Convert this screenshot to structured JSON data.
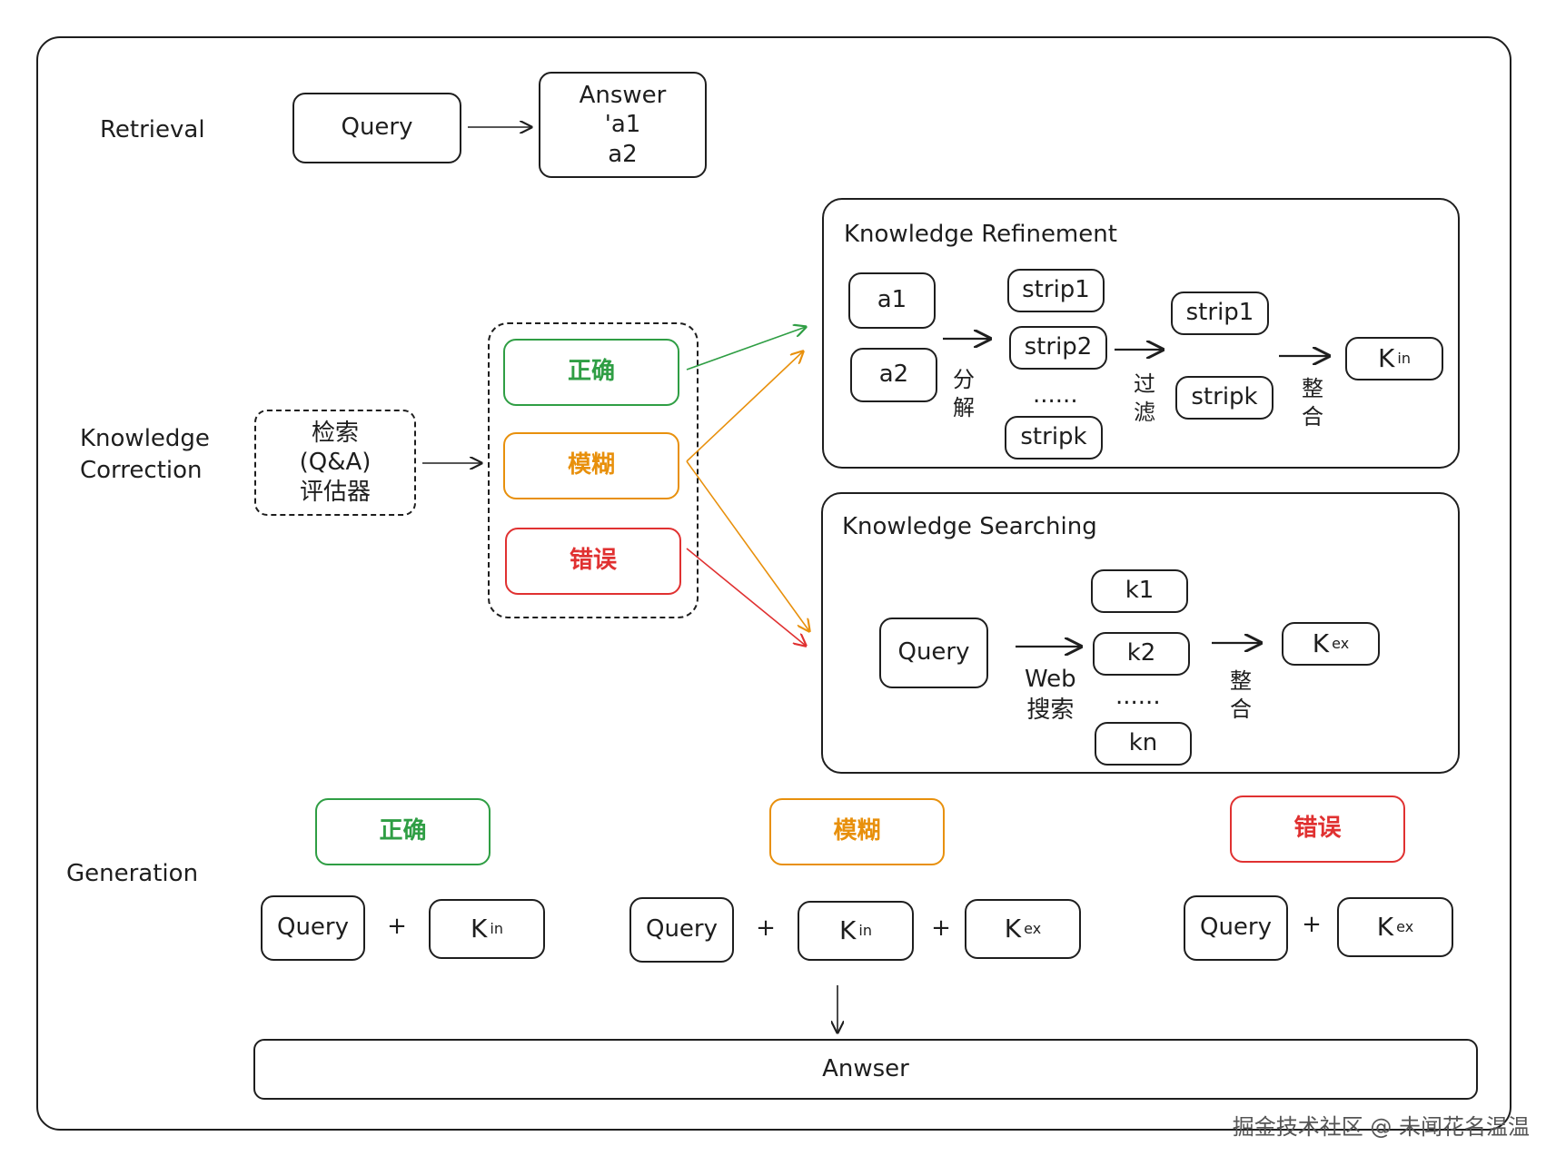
{
  "retrieval": {
    "label": "Retrieval",
    "query": "Query",
    "answer_lines": [
      "Answer",
      "'a1",
      "a2"
    ]
  },
  "correction": {
    "label_lines": [
      "Knowledge",
      "Correction"
    ],
    "evaluator_lines": [
      "检索",
      "(Q&A)",
      "评估器"
    ],
    "states": {
      "correct": "正确",
      "ambiguous": "模糊",
      "incorrect": "错误"
    }
  },
  "refinement": {
    "title": "Knowledge Refinement",
    "docs": [
      "a1",
      "a2"
    ],
    "decompose_lines": [
      "分",
      "解"
    ],
    "strips": [
      "strip1",
      "strip2",
      "......",
      "stripk"
    ],
    "filter_lines": [
      "过",
      "滤"
    ],
    "filtered": [
      "strip1",
      "stripk"
    ],
    "merge_lines": [
      "整",
      "合"
    ],
    "result": {
      "k": "K",
      "sub": "in"
    }
  },
  "searching": {
    "title": "Knowledge Searching",
    "query": "Query",
    "web_lines": [
      "Web",
      "搜索"
    ],
    "results": [
      "k1",
      "k2",
      "......",
      "kn"
    ],
    "merge_lines": [
      "整",
      "合"
    ],
    "result": {
      "k": "K",
      "sub": "ex"
    }
  },
  "generation": {
    "label": "Generation",
    "states": {
      "correct": "正确",
      "ambiguous": "模糊",
      "incorrect": "错误"
    },
    "query": "Query",
    "plus": "+",
    "k": "K",
    "kin_sub": "in",
    "kex_sub": "ex",
    "answer": "Anwser"
  },
  "colors": {
    "green": "#2f9e44",
    "orange": "#e8900c",
    "red": "#e03131",
    "stroke": "#1e1e1e"
  },
  "watermark": "掘金技术社区 @ 未闻花名温温"
}
